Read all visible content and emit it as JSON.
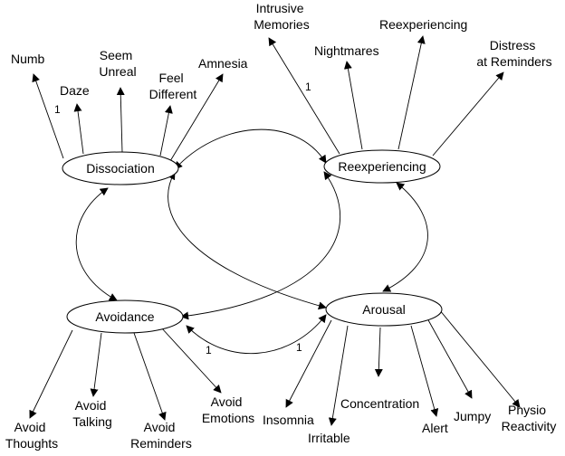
{
  "diagram": {
    "factors": {
      "dissociation": "Dissociation",
      "reexperiencing": "Reexperiencing",
      "avoidance": "Avoidance",
      "arousal": "Arousal"
    },
    "indicators": {
      "numb": [
        "Numb"
      ],
      "daze": [
        "Daze"
      ],
      "seem_unreal": [
        "Seem",
        "Unreal"
      ],
      "feel_different": [
        "Feel",
        "Different"
      ],
      "amnesia": [
        "Amnesia"
      ],
      "intrusive_memories": [
        "Intrusive",
        "Memories"
      ],
      "nightmares": [
        "Nightmares"
      ],
      "reexperiencing_item": [
        "Reexperiencing"
      ],
      "distress_at_reminders": [
        "Distress",
        "at Reminders"
      ],
      "avoid_thoughts": [
        "Avoid",
        "Thoughts"
      ],
      "avoid_talking": [
        "Avoid",
        "Talking"
      ],
      "avoid_reminders": [
        "Avoid",
        "Reminders"
      ],
      "avoid_emotions": [
        "Avoid",
        "Emotions"
      ],
      "insomnia": [
        "Insomnia"
      ],
      "irritable": [
        "Irritable"
      ],
      "concentration": [
        "Concentration"
      ],
      "alert": [
        "Alert"
      ],
      "jumpy": [
        "Jumpy"
      ],
      "physio_reactivity": [
        "Physio",
        "Reactivity"
      ]
    },
    "fixed_loadings": {
      "daze": "1",
      "intrusive_memories": "1",
      "avoidance_arousal_left": "1",
      "avoidance_arousal_right": "1"
    }
  }
}
